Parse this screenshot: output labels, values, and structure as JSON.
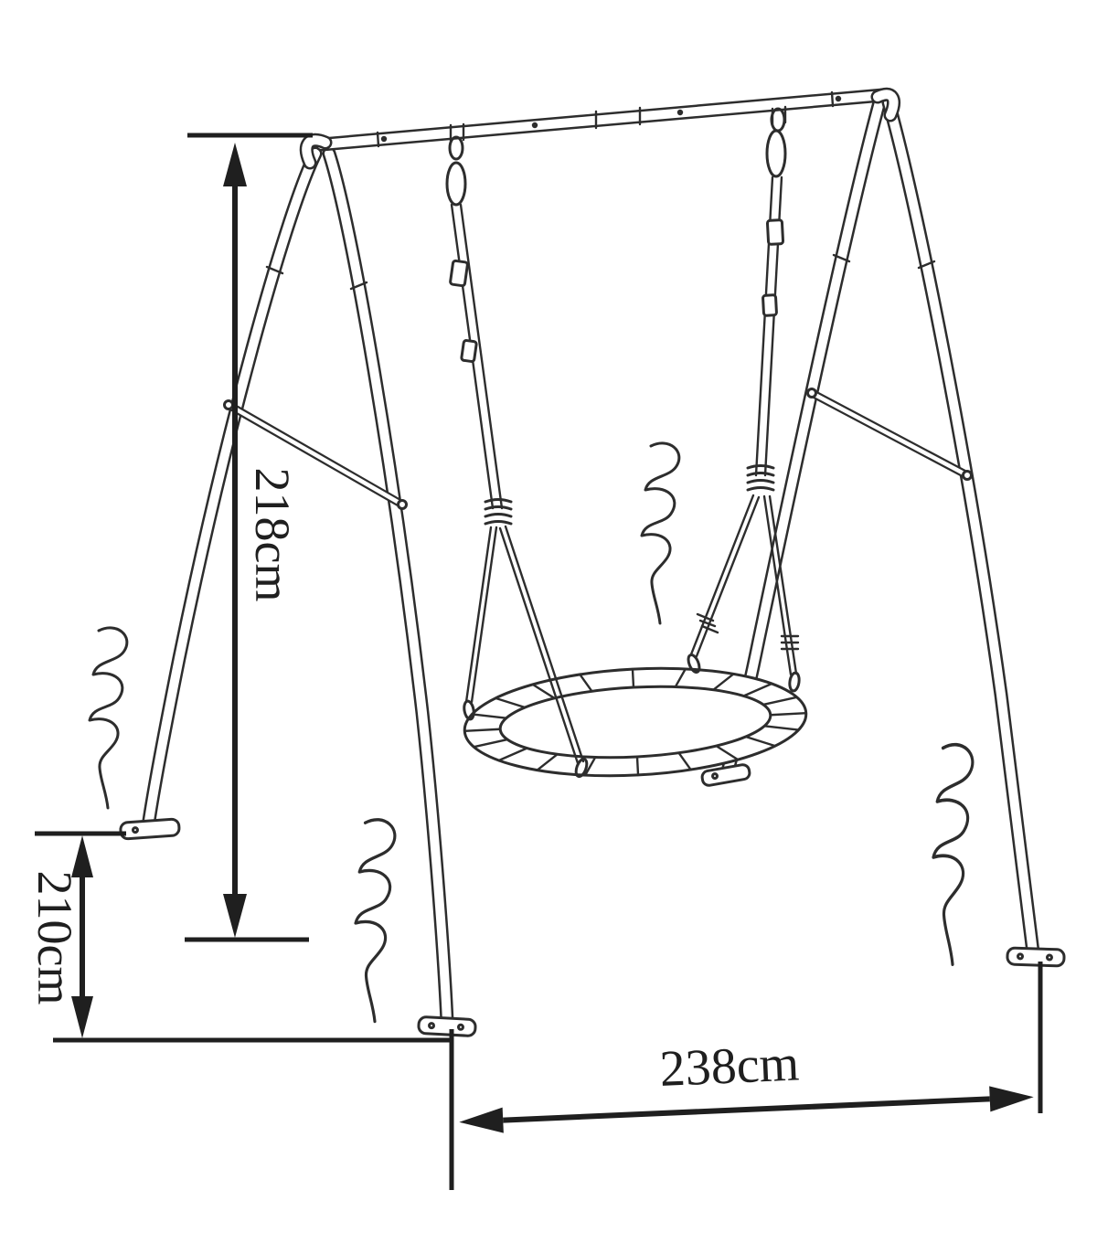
{
  "colors": {
    "background": "#ffffff",
    "line": "#2d2d2d"
  },
  "dimensions": {
    "height": "218cm",
    "depth": "210cm",
    "width": "238cm"
  }
}
